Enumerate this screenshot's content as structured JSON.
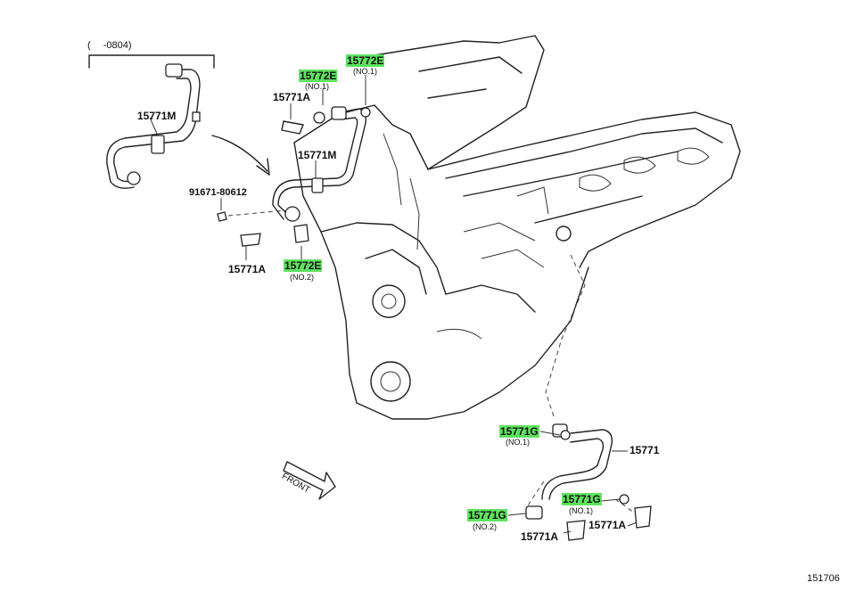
{
  "inset": {
    "range_note": "(　 -0804)",
    "pipe_label": "15771M"
  },
  "labels": {
    "b15772e_top_no1_a": "15772E",
    "b15772e_top_no1_a_sub": "(NO.1)",
    "b15772e_top_no1_b": "15772E",
    "b15772e_top_no1_b_sub": "(NO.1)",
    "b15771a_top": "15771A",
    "b15771m_main": "15771M",
    "b91671": "91671-80612",
    "b15771a_left": "15771A",
    "b15772e_no2": "15772E",
    "b15772e_no2_sub": "(NO.2)",
    "b15771g_no1_a": "15771G",
    "b15771g_no1_a_sub": "(NO.1)",
    "b15771": "15771",
    "b15771g_no1_b": "15771G",
    "b15771g_no1_b_sub": "(NO.1)",
    "b15771g_no2": "15771G",
    "b15771g_no2_sub": "(NO.2)",
    "b15771a_br_a": "15771A",
    "b15771a_br_b": "15771A"
  },
  "front_label": "FRONT",
  "figure_number": "151706",
  "highlight_color": "#5fe35f"
}
